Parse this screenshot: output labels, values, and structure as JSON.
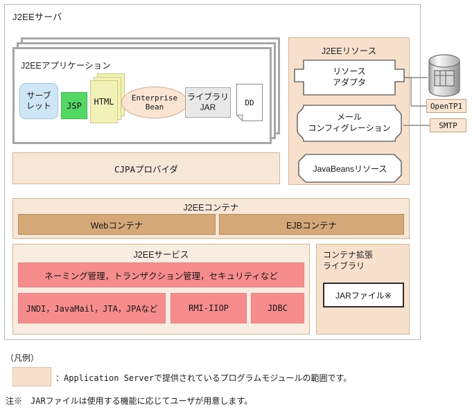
{
  "server": {
    "title": "J2EEサーバ"
  },
  "application": {
    "title": "J2EEアプリケーション",
    "components": [
      {
        "name": "servlet",
        "label": "サーブ\nレット"
      },
      {
        "name": "jsp",
        "label": "JSP"
      },
      {
        "name": "html",
        "label": "HTML"
      },
      {
        "name": "enterprise-bean",
        "label": "Enterprise\nBean"
      },
      {
        "name": "library-jar",
        "label": "ライブラリ\nJAR"
      },
      {
        "name": "dd",
        "label": "DD"
      }
    ],
    "servlet_label": "サーブ\nレット",
    "jsp_label": "JSP",
    "html_label": "HTML",
    "enterprise_bean_label": "Enterprise\nBean",
    "library_jar_label": "ライブラリ\nJAR",
    "dd_label": "DD"
  },
  "cjpa": {
    "label": "CJPAプロバイダ"
  },
  "resources": {
    "title": "J2EEリソース",
    "resource_adapter_label": "リソース\nアダプタ",
    "mail_config_label": "メール\nコンフィグレーション",
    "javabeans_label": "JavaBeansリソース"
  },
  "external": {
    "database_label": "",
    "opentp1_label": "OpenTP1",
    "smtp_label": "SMTP"
  },
  "container": {
    "title": "J2EEコンテナ",
    "web_label": "Webコンテナ",
    "ejb_label": "EJBコンテナ"
  },
  "services": {
    "title": "J2EEサービス",
    "row1_label": "ネーミング管理，トランザクション管理，セキュリティなど",
    "jndi_label": "JNDI，JavaMail，JTA，JPAなど",
    "rmi_label": "RMI-IIOP",
    "jdbc_label": "JDBC"
  },
  "extension_library": {
    "title": "コンテナ拡張\nライブラリ",
    "jar_file_label": "JARファイル※"
  },
  "legend": {
    "heading": "（凡例）",
    "swatch_text": "：Application Serverで提供されているプログラムモジュールの範囲です。",
    "note": "注※　JARファイルは使用する機能に応じてユーザが用意します。"
  },
  "colors": {
    "panel_peach": "#f7e1cd",
    "panel_light": "#f7e7d7",
    "container_tan": "#d5a878",
    "service_red": "#f68c8c",
    "servlet_blue": "#cfe6f7",
    "jsp_green": "#55d863",
    "html_yellow": "#f2f2b8",
    "bean_peach": "#fae4d2",
    "jar_gray": "#e8e8e8"
  }
}
